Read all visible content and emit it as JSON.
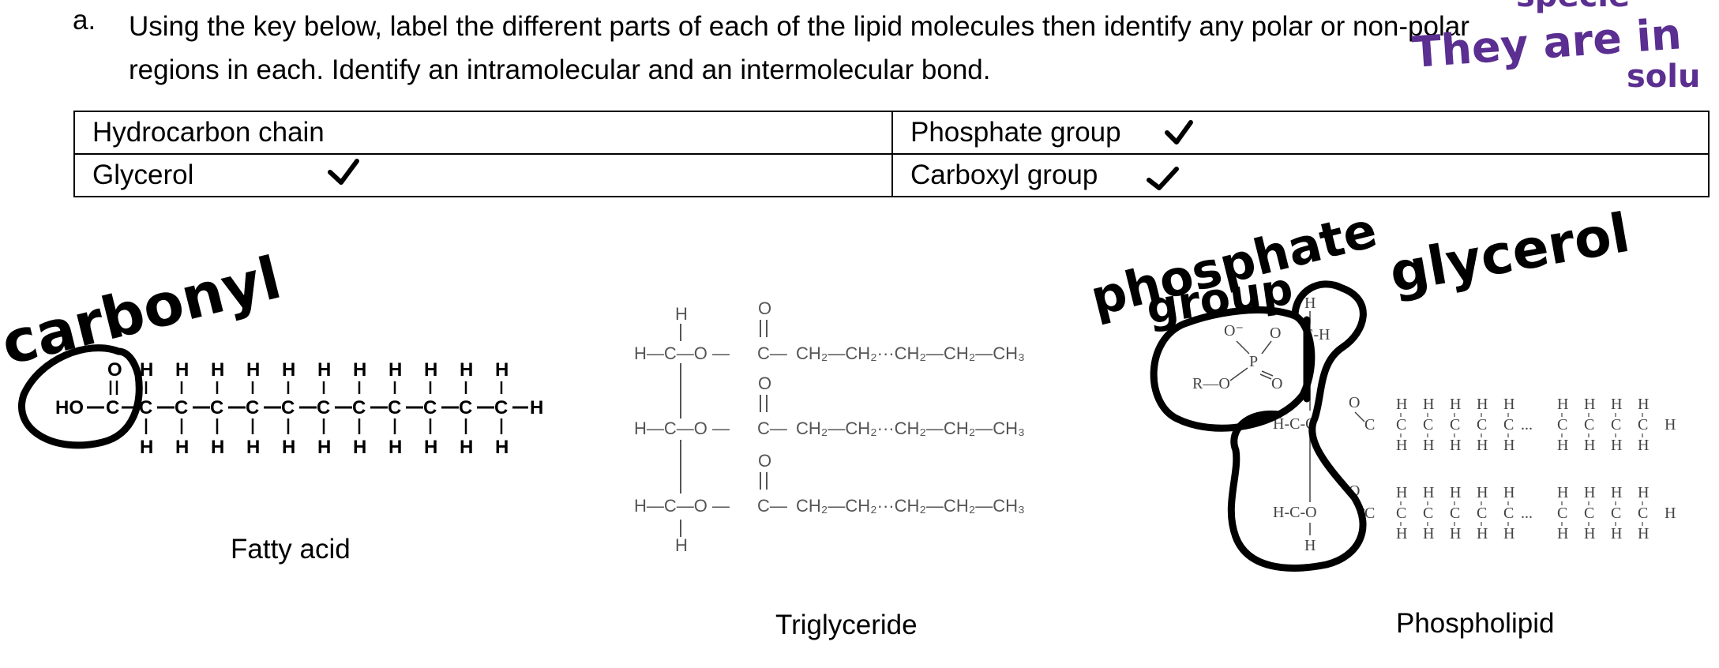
{
  "question": {
    "letter": "a.",
    "line1": "Using the key below, label the different parts of each of the lipid molecules then identify any polar or non-polar",
    "line2": "regions in each. Identify an intramolecular and an intermolecular bond."
  },
  "key_table": {
    "rows": [
      [
        "Hydrocarbon chain",
        "Phosphate group"
      ],
      [
        "Glycerol",
        "Carboxyl group"
      ]
    ]
  },
  "molecules": {
    "fatty_acid": {
      "label": "Fatty acid",
      "head_ho": "HO",
      "carbon": "C",
      "oxygen": "O",
      "hydrogen": "H"
    },
    "triglyceride": {
      "label": "Triglyceride",
      "tail": "CH₂—CH₂···CH₂—CH₂—CH₃",
      "h_c_o": "H—C—O —",
      "carbonyl_c": "C—",
      "oxygen": "O",
      "hydrogen": "H"
    },
    "phospholipid": {
      "label": "Phospholipid",
      "r_o": "R—O",
      "p": "P",
      "o_minus": "O⁻",
      "oxygen": "O",
      "c_h": "C-H",
      "h_c_o": "H-C-O",
      "carbon": "C",
      "hydrogen": "H",
      "chain_sep": "..."
    }
  },
  "handwriting": {
    "carbonyl": "carbonyl",
    "phosphate": "phosphate",
    "group": "group",
    "glycerol": "glycerol",
    "purple_note": "They are in",
    "purple_note2": "solu",
    "purple_top": "specie",
    "ink_color": "#000000",
    "purple_color": "#5b2e91"
  }
}
